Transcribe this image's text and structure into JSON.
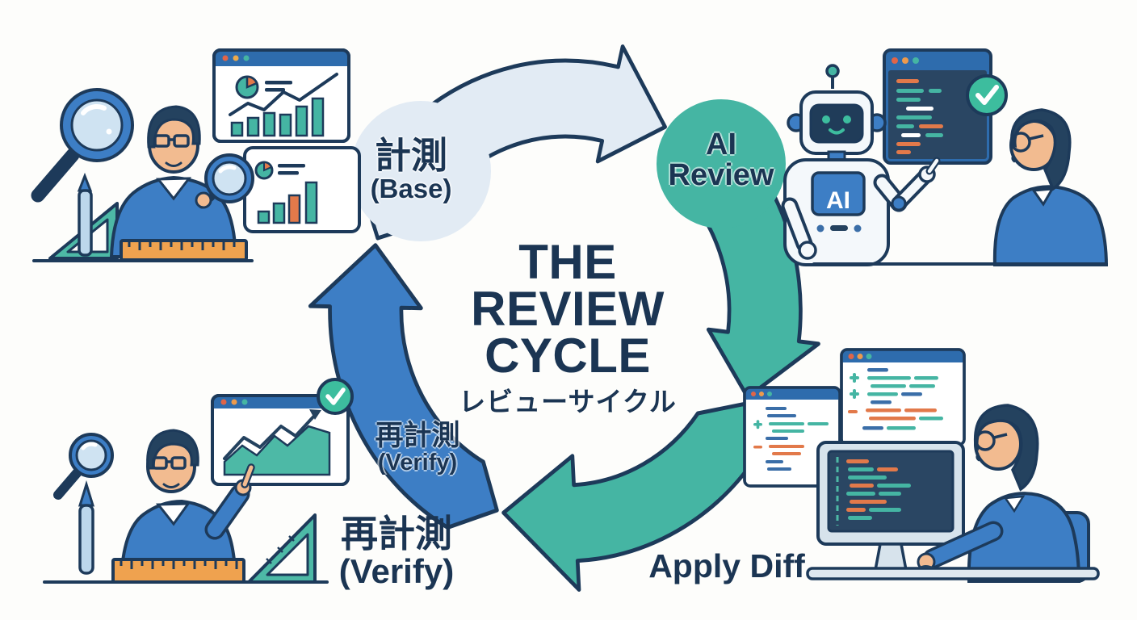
{
  "center": {
    "line1": "THE",
    "line2": "REVIEW",
    "line3": "CYCLE",
    "subtitle": "レビューサイクル"
  },
  "stages": {
    "base": {
      "ja": "計測",
      "en": "(Base)"
    },
    "ai_review": {
      "line1": "AI",
      "line2": "Review"
    },
    "apply_diff": {
      "label": "Apply Diff"
    },
    "verify_on_arrow": {
      "ja": "再計測",
      "en": "(Verify)"
    },
    "verify_outer": {
      "ja": "再計測",
      "en": "(Verify)"
    }
  },
  "robot": {
    "chest_label": "AI"
  },
  "icons": {
    "check": "checkmark-in-circle",
    "magnifier": "magnifying-glass",
    "pie": "pie-chart",
    "bars": "bar-chart",
    "trend": "rising-line-chart",
    "window_dots": "browser-window-controls",
    "plus": "diff-added-line",
    "minus": "diff-removed-line"
  },
  "colors": {
    "navy": "#1d3a5a",
    "title_text": "#1b3553",
    "teal": "#45b5a3",
    "blue": "#3d7ec5",
    "pale_arrow": "#e2ebf4",
    "orange": "#e2794a",
    "check_green": "#3dbd9e",
    "titlebar_blue": "#2e6cad",
    "code_bg": "#2a4663",
    "ruler_orange": "#efa24f",
    "skin": "#f2bb90",
    "hair": "#24425f",
    "lens": "#cfe3f2"
  }
}
